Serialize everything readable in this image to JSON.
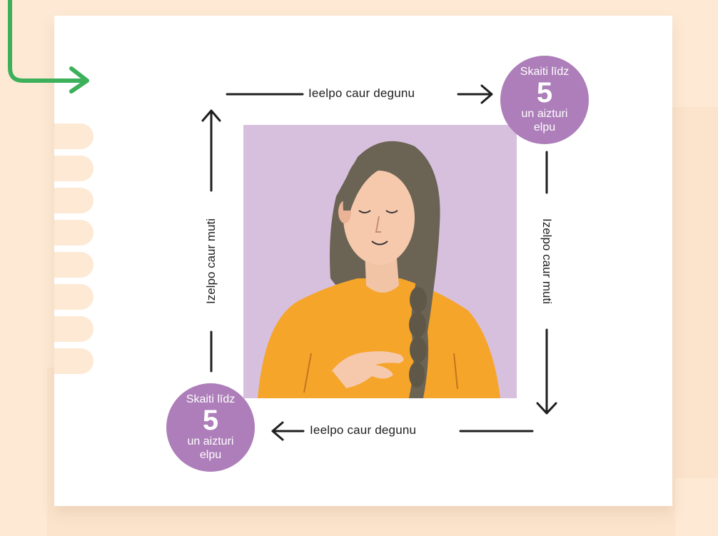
{
  "colors": {
    "background": "#fde9d4",
    "paper": "#ffffff",
    "circle": "#ad7eb9",
    "photo_bg": "#d7c0de",
    "arrow": "#1f1f1f",
    "accent_arrow": "#3cb05a"
  },
  "top_label": "Ieelpo caur degunu",
  "bottom_label": "Ieelpo caur degunu",
  "right_label": "Izelpo caur muti",
  "left_label": "Izelpo caur muti",
  "circle_top_right": {
    "line1": "Skaiti līdz",
    "number": "5",
    "line2": "un aizturi",
    "line3": "elpu"
  },
  "circle_bottom_left": {
    "line1": "Skaiti līdz",
    "number": "5",
    "line2": "un aizturi",
    "line3": "elpu"
  },
  "illustration": {
    "icon": "breathing-woman-illustration"
  }
}
